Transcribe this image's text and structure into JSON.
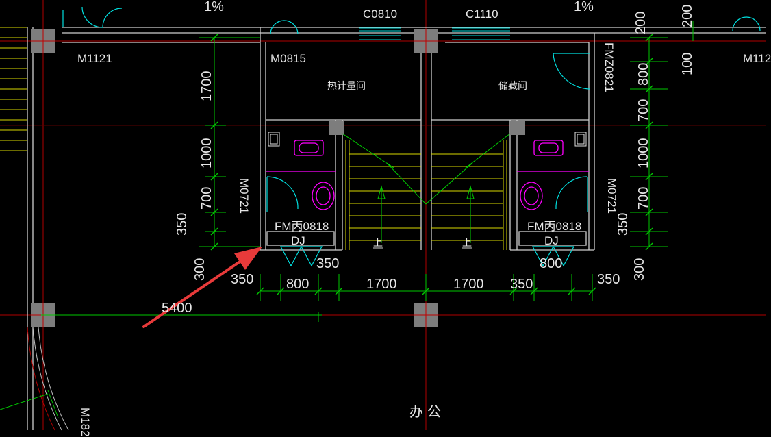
{
  "labels": {
    "slope_left": "1%",
    "slope_right": "1%",
    "window_c0810": "C0810",
    "window_c1110": "C1110",
    "door_m1121_left": "M1121",
    "door_m1121_right": "M112",
    "door_m0815": "M0815",
    "door_fmz0821": "FMZ0821",
    "room_heat_meter": "热计量间",
    "room_storage": "储藏间",
    "door_m0721_left": "M0721",
    "door_m0721_right": "M0721",
    "door_fm0818_left": "FM丙0818",
    "door_fm0818_right": "FM丙0818",
    "dj_left": "DJ",
    "dj_right": "DJ",
    "stair_up_left": "上",
    "stair_up_right": "上",
    "room_office": "办公",
    "door_m182": "M182",
    "dim_5400": "5400"
  },
  "dims_left_vertical": [
    "1700",
    "1000",
    "700",
    "350",
    "300"
  ],
  "dims_right_vertical": [
    "200",
    "100",
    "800",
    "700",
    "1000",
    "700",
    "350",
    "300"
  ],
  "dims_far_right": [
    "200",
    "100"
  ],
  "dims_bottom": [
    "350",
    "800",
    "1700",
    "1700",
    "350",
    "800",
    "350",
    "350"
  ],
  "colors": {
    "wall": "#cfcfcf",
    "axis": "#c00000",
    "dim": "#00d000",
    "stair": "#d8d800",
    "fixture": "#ff00ff",
    "door_arc": "#00e0e0",
    "column": "#8a8a8a",
    "arrow": "#e83a3a"
  }
}
